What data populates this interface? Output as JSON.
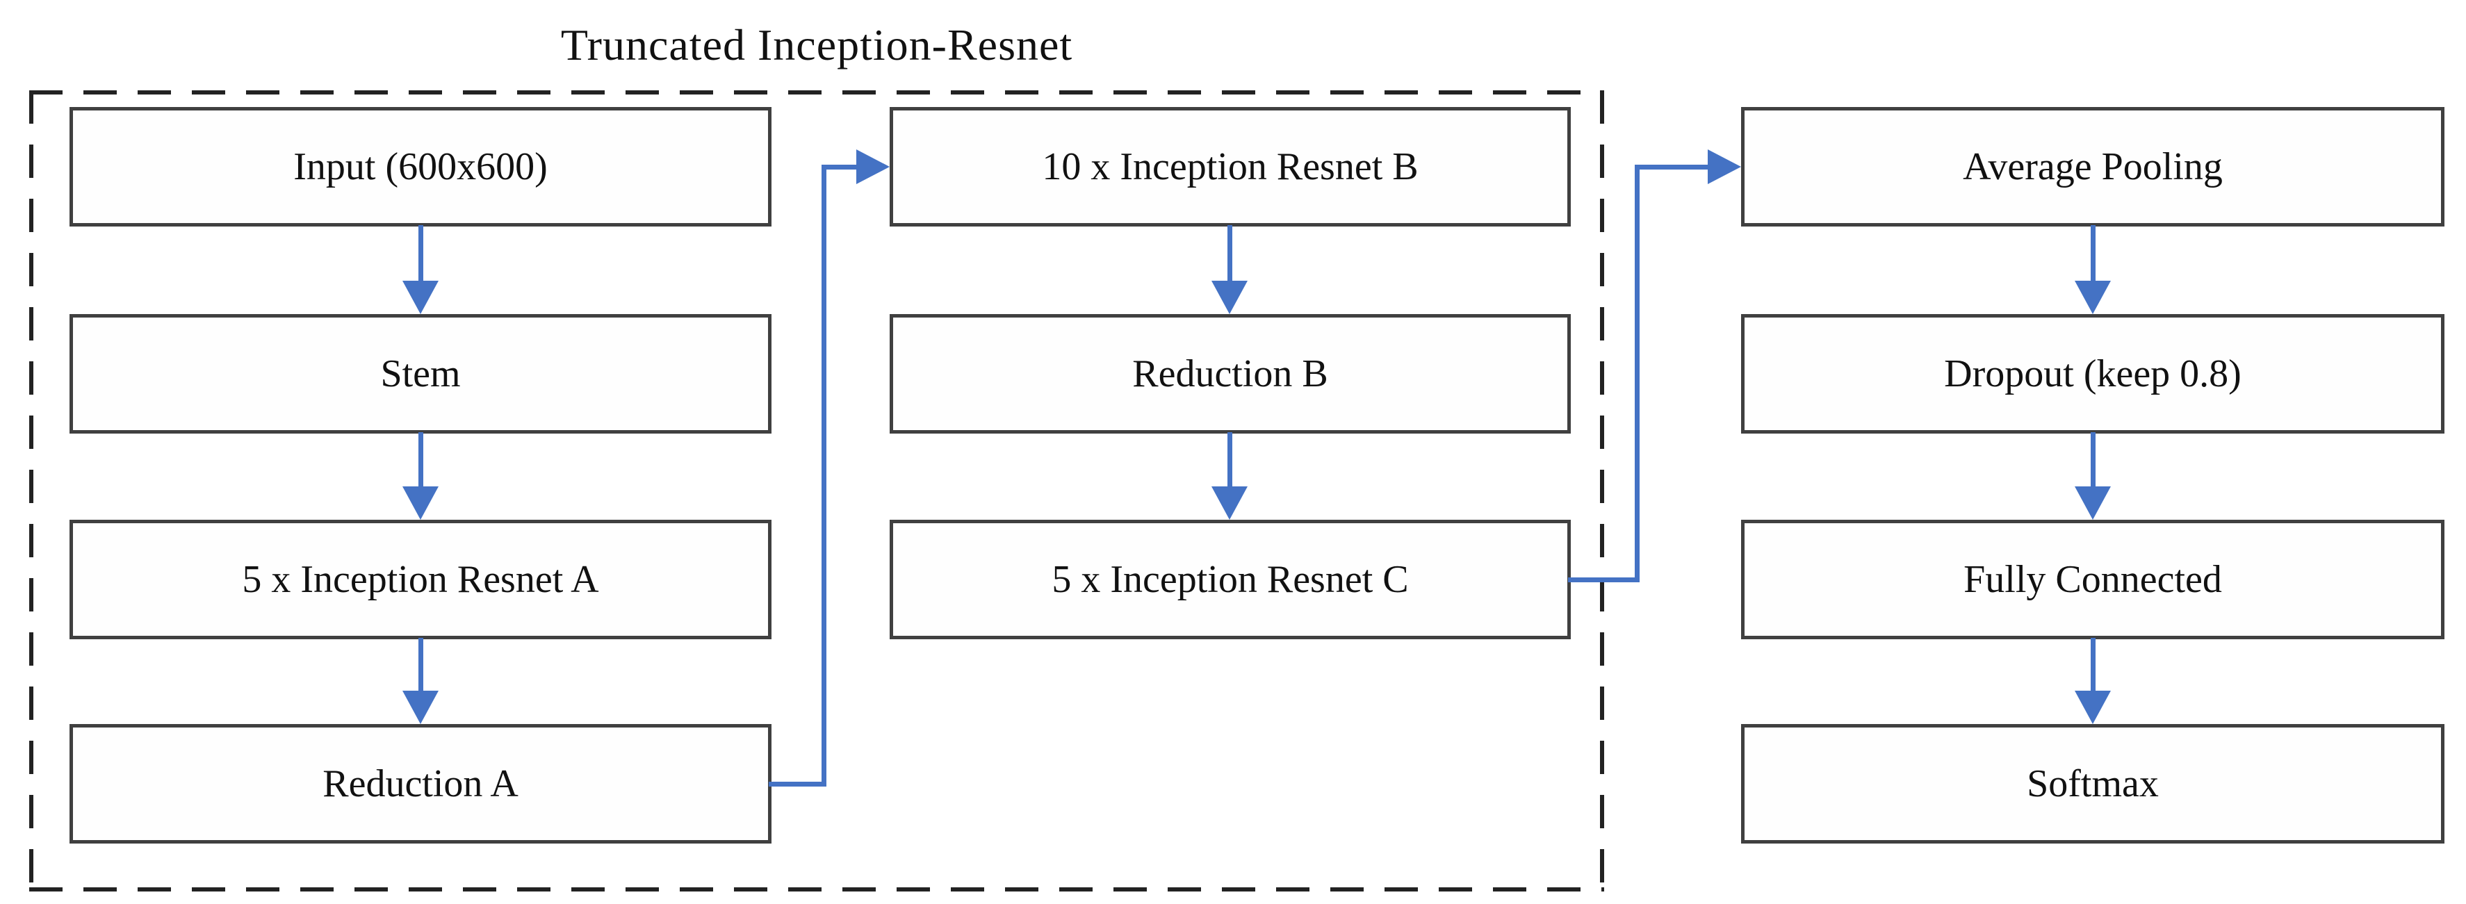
{
  "diagram": {
    "title": "Truncated Inception-Resnet",
    "columns": [
      {
        "boxes": [
          "Input (600x600)",
          "Stem",
          "5 x Inception Resnet A",
          "Reduction A"
        ]
      },
      {
        "boxes": [
          "10 x Inception Resnet B",
          "Reduction B",
          "5 x Inception Resnet C"
        ]
      },
      {
        "boxes": [
          "Average Pooling",
          "Dropout (keep 0.8)",
          "Fully Connected",
          "Softmax"
        ]
      }
    ],
    "edges": [
      {
        "from": "Input (600x600)",
        "to": "Stem"
      },
      {
        "from": "Stem",
        "to": "5 x Inception Resnet A"
      },
      {
        "from": "5 x Inception Resnet A",
        "to": "Reduction A"
      },
      {
        "from": "Reduction A",
        "to": "10 x Inception Resnet B"
      },
      {
        "from": "10 x Inception Resnet B",
        "to": "Reduction B"
      },
      {
        "from": "Reduction B",
        "to": "5 x Inception Resnet C"
      },
      {
        "from": "5 x Inception Resnet C",
        "to": "Average Pooling"
      },
      {
        "from": "Average Pooling",
        "to": "Dropout (keep 0.8)"
      },
      {
        "from": "Dropout (keep 0.8)",
        "to": "Fully Connected"
      },
      {
        "from": "Fully Connected",
        "to": "Softmax"
      }
    ],
    "colors": {
      "arrow": "#4472C4",
      "box_border": "#404040",
      "dashed_border": "#222222",
      "text": "#111111",
      "background": "#ffffff"
    }
  }
}
